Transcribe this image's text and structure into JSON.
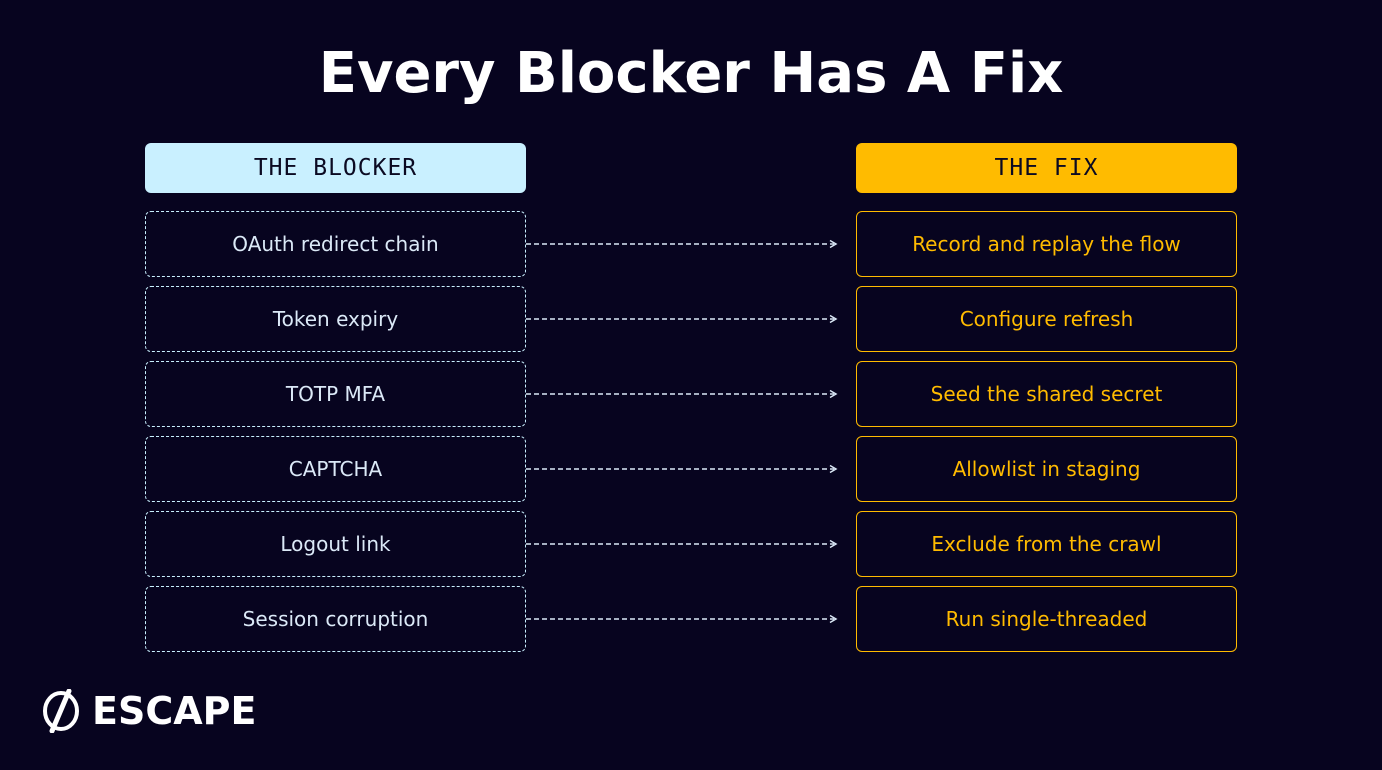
{
  "title": "Every Blocker Has A Fix",
  "headers": {
    "blocker": "THE BLOCKER",
    "fix": "THE FIX"
  },
  "rows": [
    {
      "blocker": "OAuth redirect chain",
      "fix": "Record and replay the flow"
    },
    {
      "blocker": "Token expiry",
      "fix": "Configure refresh"
    },
    {
      "blocker": "TOTP MFA",
      "fix": "Seed the shared secret"
    },
    {
      "blocker": "CAPTCHA",
      "fix": "Allowlist in staging"
    },
    {
      "blocker": "Logout link",
      "fix": "Exclude from the crawl"
    },
    {
      "blocker": "Session corruption",
      "fix": "Run single-threaded"
    }
  ],
  "brand": {
    "name": "ESCAPE",
    "icon": "escape-logo-icon"
  },
  "colors": {
    "background": "#07041f",
    "blocker_accent": "#c9f0ff",
    "fix_accent": "#ffbb00",
    "title_text": "#ffffff"
  }
}
